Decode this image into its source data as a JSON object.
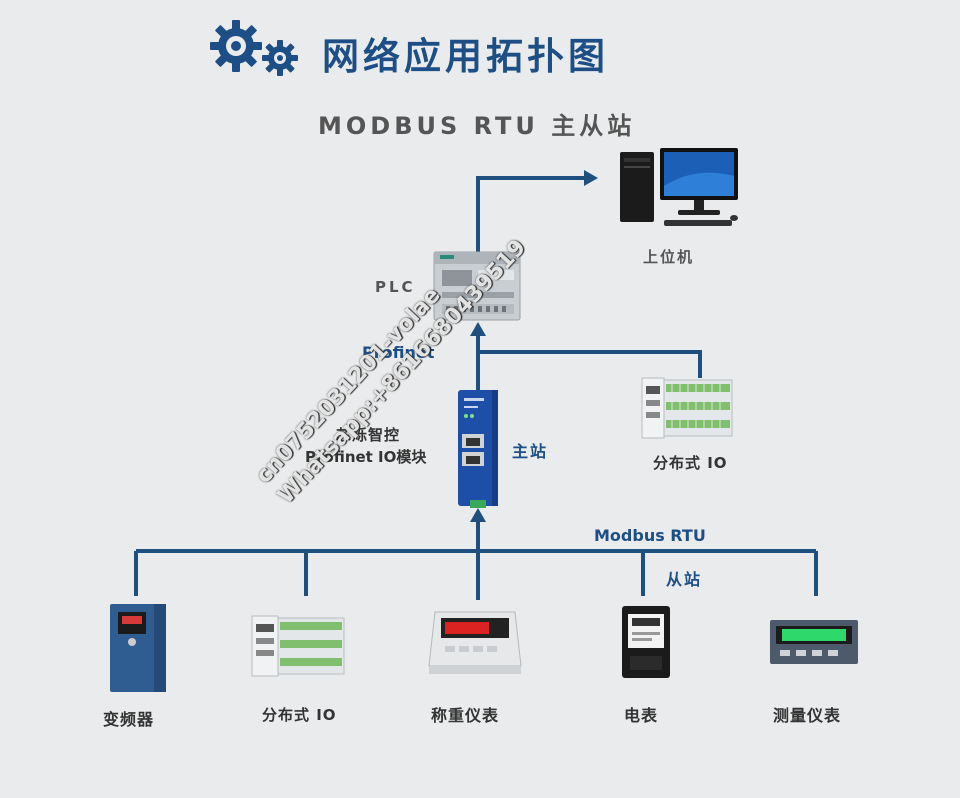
{
  "header": {
    "title": "网络应用拓扑图",
    "subtitle": "MODBUS RTU 主从站"
  },
  "nodes": {
    "host_pc": "上位机",
    "plc": "PLC",
    "profinet_label": "Profinet",
    "gateway_line1": "芯烁智控",
    "gateway_line2": "Profinet IO模块",
    "master_station": "主站",
    "distributed_io_top": "分布式 IO",
    "modbus_rtu": "Modbus RTU",
    "slave_station": "从站"
  },
  "slaves": [
    {
      "label": "变频器"
    },
    {
      "label": "分布式 IO"
    },
    {
      "label": "称重仪表"
    },
    {
      "label": "电表"
    },
    {
      "label": "测量仪表"
    }
  ],
  "watermark": {
    "line1": "cn0752031201-volae",
    "line2": "Whatsapp:+8616680439519"
  },
  "colors": {
    "line": "#1f4f7e",
    "title": "#1d4f86",
    "device_blue": "#1e4fa8"
  }
}
